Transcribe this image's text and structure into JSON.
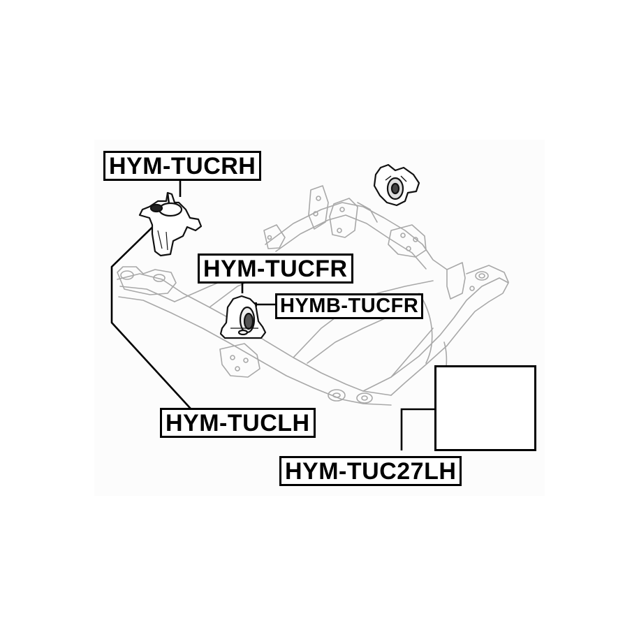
{
  "diagram": {
    "type": "engine mount parts diagram",
    "subject": "front subframe with engine/transmission mounts",
    "colors": {
      "label_border": "#000000",
      "label_text": "#000000",
      "frame_line": "#a8a8a8",
      "part_line": "#111111",
      "background": "#ffffff"
    },
    "labels": [
      {
        "id": "rh",
        "text": "HYM-TUCRH",
        "points_to": "right-hand engine mount"
      },
      {
        "id": "fr",
        "text": "HYM-TUCFR",
        "points_to": "front engine mount"
      },
      {
        "id": "frb",
        "text": "HYMB-TUCFR",
        "points_to": "front engine mount bushing"
      },
      {
        "id": "lh",
        "text": "HYM-TUCLH",
        "points_to": "right-hand engine mount (left leader)"
      },
      {
        "id": "lh27",
        "text": "HYM-TUC27LH",
        "points_to": "left-hand mount kit inset"
      }
    ]
  }
}
